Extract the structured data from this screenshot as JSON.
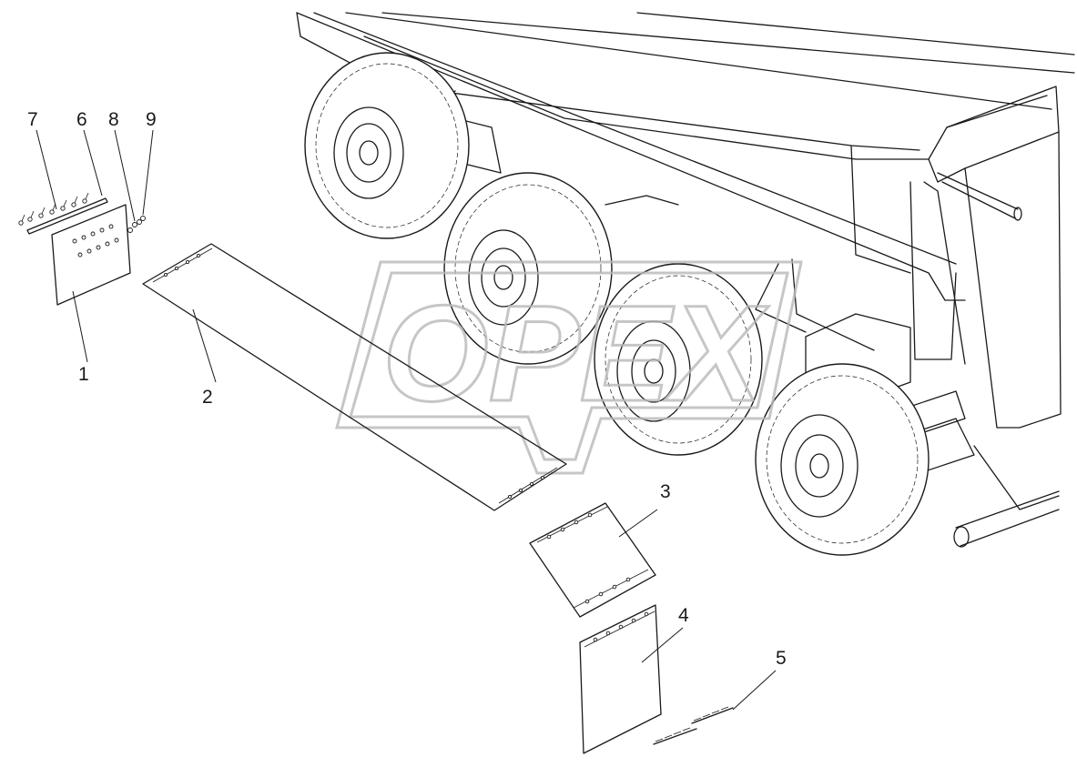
{
  "watermark": {
    "text": "OPEX"
  },
  "callouts": [
    {
      "id": "1",
      "label": "1"
    },
    {
      "id": "2",
      "label": "2"
    },
    {
      "id": "3",
      "label": "3"
    },
    {
      "id": "4",
      "label": "4"
    },
    {
      "id": "5",
      "label": "5"
    },
    {
      "id": "6",
      "label": "6"
    },
    {
      "id": "7",
      "label": "7"
    },
    {
      "id": "8",
      "label": "8"
    },
    {
      "id": "9",
      "label": "9"
    }
  ]
}
